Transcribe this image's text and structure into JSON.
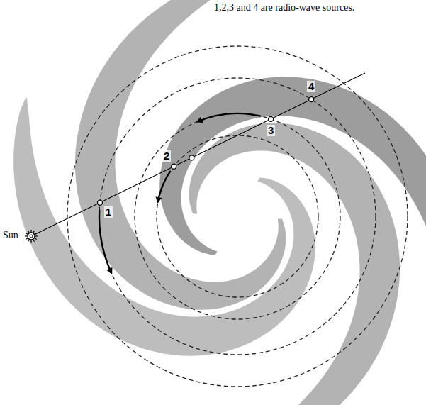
{
  "diagram": {
    "labels": [
      "1,2,3 and 4 are radio-wave sources.",
      "Sun",
      "1",
      "2",
      "3",
      "4"
    ]
  }
}
